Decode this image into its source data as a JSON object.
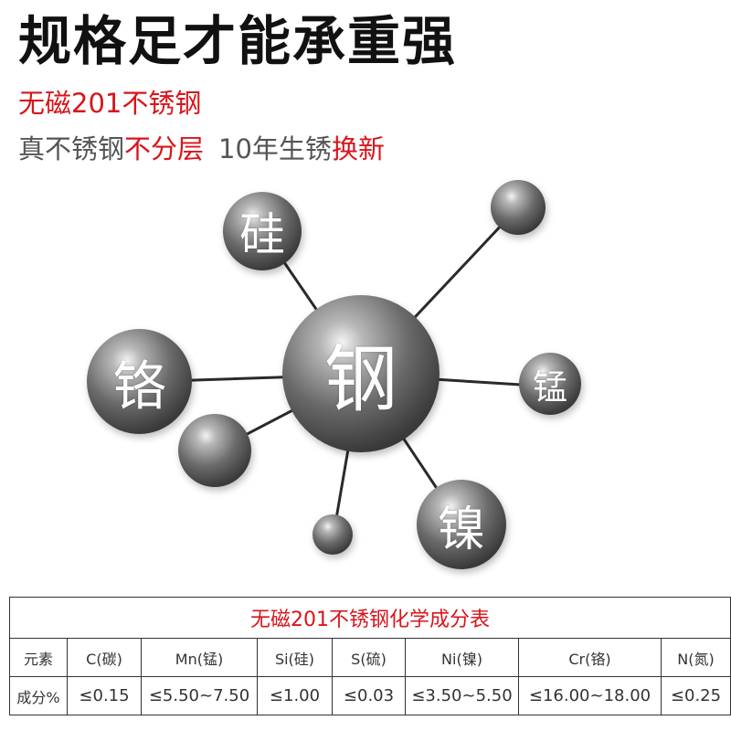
{
  "headline": "规格足才能承重强",
  "subline1": "无磁201不锈钢",
  "subline2": {
    "part1": "真不锈钢",
    "part2": "不分层",
    "part3": "10年生锈",
    "part4": "换新"
  },
  "atoms": {
    "center": "钢",
    "silicon": "硅",
    "chromium": "铬",
    "manganese": "锰",
    "nickel": "镍"
  },
  "table": {
    "title": "无磁201不锈钢化学成分表",
    "header": [
      "元素",
      "C(碳)",
      "Mn(锰)",
      "Si(硅)",
      "S(硫)",
      "Ni(镍)",
      "Cr(铬)",
      "N(氮)"
    ],
    "values": [
      "成分%",
      "≤0.15",
      "≤5.50~7.50",
      "≤1.00",
      "≤0.03",
      "≤3.50~5.50",
      "≤16.00~18.00",
      "≤0.25"
    ]
  },
  "colors": {
    "accent_red": "#d8151b",
    "headline": "#111111",
    "gray_text": "#555555"
  }
}
